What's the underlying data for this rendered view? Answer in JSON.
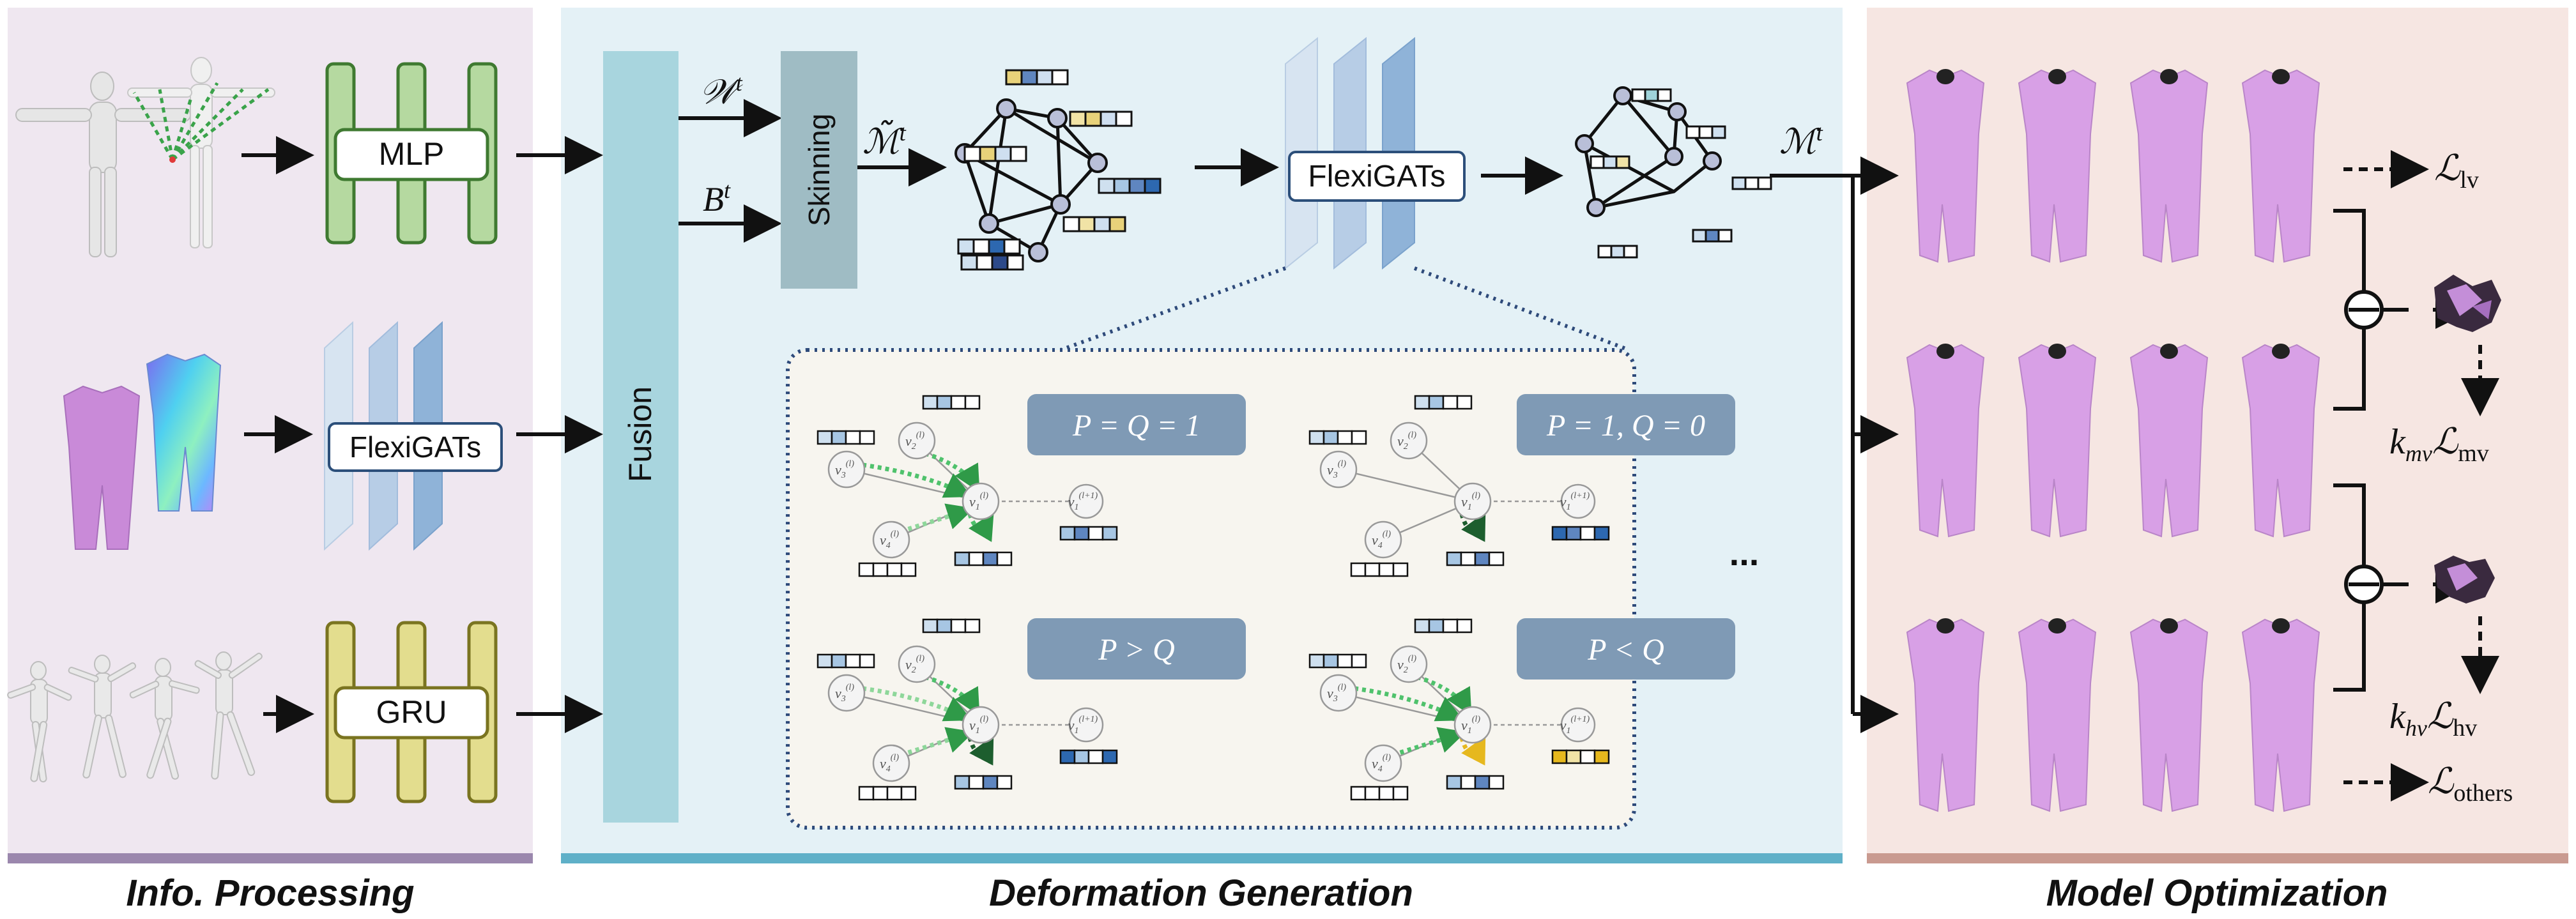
{
  "sections": {
    "info": {
      "title": "Info. Processing",
      "panel_color": "#efe7f0",
      "bar_color": "#9b87ad"
    },
    "deform": {
      "title": "Deformation Generation",
      "panel_color": "#e4f1f6",
      "bar_color": "#5fb0c8"
    },
    "optim": {
      "title": "Model Optimization",
      "panel_color": "#f6e6e2",
      "bar_color": "#c99a90"
    }
  },
  "modules": {
    "mlp": "MLP",
    "gru": "GRU",
    "flexigats_info": "FlexiGATs",
    "fusion": "Fusion",
    "skinning": "Skinning",
    "flexigats_main": "FlexiGATs"
  },
  "math": {
    "w_sym": "𝒲",
    "w_sup": "t",
    "b_sym": "B",
    "b_sup": "t",
    "mtilde_sym": "ℳ̃",
    "mtilde_sup": "t",
    "m_sym": "ℳ",
    "m_sup": "t"
  },
  "conditions": {
    "c1": "P = Q = 1",
    "c2": "P = 1, Q = 0",
    "c3": "P > Q",
    "c4": "P < Q",
    "more": "..."
  },
  "losses": {
    "lv_sym": "ℒ",
    "lv_sub": "lv",
    "mv_coef": "k",
    "mv_coef_sub": "mv",
    "mv_sym": "ℒ",
    "mv_sub": "mv",
    "hv_coef": "k",
    "hv_coef_sub": "hv",
    "hv_sym": "ℒ",
    "hv_sub": "hv",
    "others_sym": "ℒ",
    "others_sub": "others"
  },
  "node_labels": {
    "v1": "v",
    "v1_sub": "1",
    "v1_sup": "(l)",
    "v2": "v",
    "v2_sub": "2",
    "v2_sup": "(l)",
    "v3": "v",
    "v3_sub": "3",
    "v3_sup": "(l)",
    "v4": "v",
    "v4_sub": "4",
    "v4_sup": "(l)",
    "vn": "v",
    "vn_sub": "1",
    "vn_sup": "(l+1)"
  },
  "colors": {
    "mlp": "#b5d9a0",
    "gru": "#e3dd8e",
    "fusion": "#a8d5de",
    "skinning": "#9fbcc4",
    "flexi_layer": "#8fb3d8",
    "cond_box": "#7f9ab5",
    "garment": "#d8a0e6",
    "green_arrow": "#2f9a48",
    "dark_green_arrow": "#1d5e2e",
    "yellow_arrow": "#e6b81e",
    "dotted_border": "#2e4a7a"
  }
}
